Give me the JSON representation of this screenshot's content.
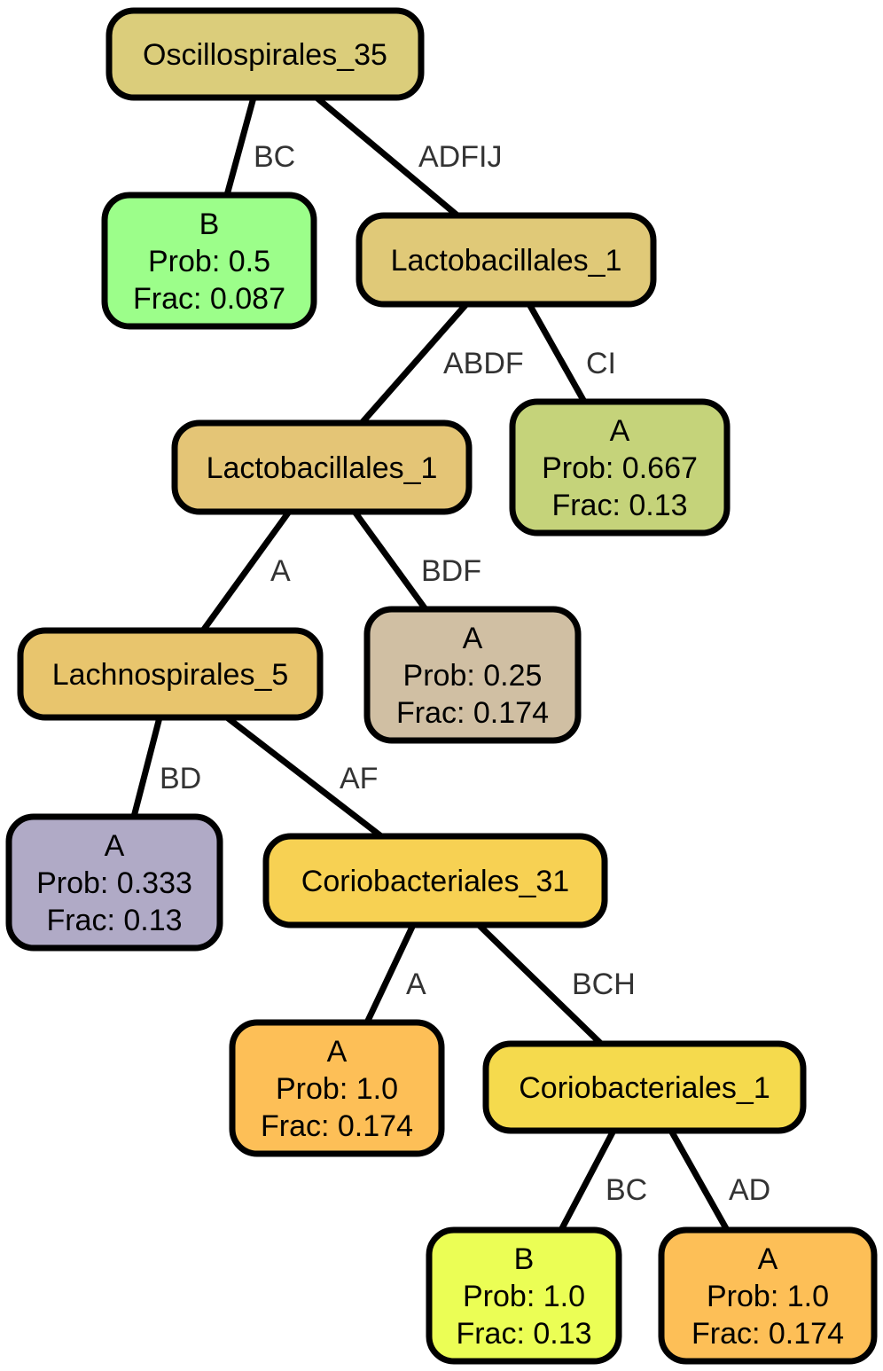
{
  "nodes": [
    {
      "id": "n1",
      "lines": [
        "Oscillospirales_35"
      ],
      "color": "#dbcd7b"
    },
    {
      "id": "n2",
      "lines": [
        "B",
        "Prob: 0.5",
        "Frac: 0.087"
      ],
      "color": "#9cfe8a"
    },
    {
      "id": "n3",
      "lines": [
        "Lactobacillales_1"
      ],
      "color": "#e0c978"
    },
    {
      "id": "n4",
      "lines": [
        "Lactobacillales_1"
      ],
      "color": "#e4c576"
    },
    {
      "id": "n5",
      "lines": [
        "A",
        "Prob: 0.667",
        "Frac: 0.13"
      ],
      "color": "#c5d37a"
    },
    {
      "id": "n6",
      "lines": [
        "Lachnospirales_5"
      ],
      "color": "#e8c56d"
    },
    {
      "id": "n7",
      "lines": [
        "A",
        "Prob: 0.25",
        "Frac: 0.174"
      ],
      "color": "#d0bfa3"
    },
    {
      "id": "n8",
      "lines": [
        "A",
        "Prob: 0.333",
        "Frac: 0.13"
      ],
      "color": "#b0aac6"
    },
    {
      "id": "n9",
      "lines": [
        "Coriobacteriales_31"
      ],
      "color": "#f7d153"
    },
    {
      "id": "n10",
      "lines": [
        "A",
        "Prob: 1.0",
        "Frac: 0.174"
      ],
      "color": "#fdbf57"
    },
    {
      "id": "n11",
      "lines": [
        "Coriobacteriales_1"
      ],
      "color": "#f5da4d"
    },
    {
      "id": "n12",
      "lines": [
        "B",
        "Prob: 1.0",
        "Frac: 0.13"
      ],
      "color": "#ebfe55"
    },
    {
      "id": "n13",
      "lines": [
        "A",
        "Prob: 1.0",
        "Frac: 0.174"
      ],
      "color": "#fdbf57"
    }
  ],
  "edges": [
    {
      "from": "n1",
      "to": "n2",
      "label": "BC"
    },
    {
      "from": "n1",
      "to": "n3",
      "label": "ADFIJ"
    },
    {
      "from": "n3",
      "to": "n4",
      "label": "ABDF"
    },
    {
      "from": "n3",
      "to": "n5",
      "label": "CI"
    },
    {
      "from": "n4",
      "to": "n6",
      "label": "A"
    },
    {
      "from": "n4",
      "to": "n7",
      "label": "BDF"
    },
    {
      "from": "n6",
      "to": "n8",
      "label": "BD"
    },
    {
      "from": "n6",
      "to": "n9",
      "label": "AF"
    },
    {
      "from": "n9",
      "to": "n10",
      "label": "A"
    },
    {
      "from": "n9",
      "to": "n11",
      "label": "BCH"
    },
    {
      "from": "n11",
      "to": "n12",
      "label": "BC"
    },
    {
      "from": "n11",
      "to": "n13",
      "label": "AD"
    }
  ]
}
